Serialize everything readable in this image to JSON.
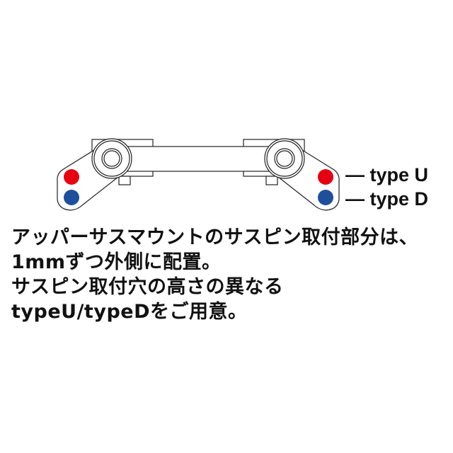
{
  "labels": {
    "type_u": "— type U",
    "type_d": "— type D"
  },
  "description_lines": [
    "アッパーサスマウントのサスピン取付部分は、",
    "1mmずつ外側に配置。",
    "サスピン取付穴の高さの異なる",
    "typeU/typeDをご用意。"
  ],
  "colors": {
    "type_u": "#e60012",
    "type_d": "#1e4f9c"
  }
}
